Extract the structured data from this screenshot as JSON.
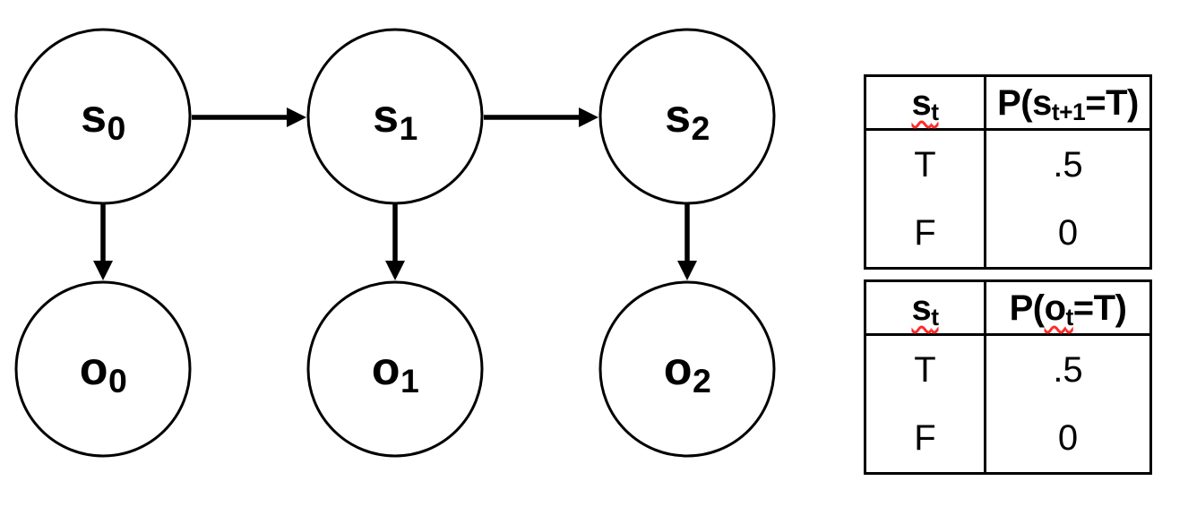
{
  "diagram": {
    "description": "Hidden Markov Model with three time steps: hidden states s0, s1, s2 and observations o0, o1, o2",
    "nodes": [
      {
        "id": "s0",
        "base": "s",
        "sub": "0",
        "kind": "state"
      },
      {
        "id": "s1",
        "base": "s",
        "sub": "1",
        "kind": "state"
      },
      {
        "id": "s2",
        "base": "s",
        "sub": "2",
        "kind": "state"
      },
      {
        "id": "o0",
        "base": "o",
        "sub": "0",
        "kind": "observation"
      },
      {
        "id": "o1",
        "base": "o",
        "sub": "1",
        "kind": "observation"
      },
      {
        "id": "o2",
        "base": "o",
        "sub": "2",
        "kind": "observation"
      }
    ],
    "edges": [
      {
        "from": "s0",
        "to": "s1"
      },
      {
        "from": "s1",
        "to": "s2"
      },
      {
        "from": "s0",
        "to": "o0"
      },
      {
        "from": "s1",
        "to": "o1"
      },
      {
        "from": "s2",
        "to": "o2"
      }
    ]
  },
  "tables": [
    {
      "name": "transition-probability",
      "col1_header": {
        "base": "s",
        "sub": "t"
      },
      "col2_header": {
        "pre": "P(",
        "var": "s",
        "var_sub": "t+1",
        "post": "=T)"
      },
      "rows": [
        {
          "condition": "T",
          "probability": ".5"
        },
        {
          "condition": "F",
          "probability": "0"
        }
      ]
    },
    {
      "name": "observation-probability",
      "col1_header": {
        "base": "s",
        "sub": "t"
      },
      "col2_header": {
        "pre": "P(",
        "var": "o",
        "var_sub": "t",
        "post": "=T)"
      },
      "rows": [
        {
          "condition": "T",
          "probability": ".5"
        },
        {
          "condition": "F",
          "probability": "0"
        }
      ]
    }
  ],
  "colors": {
    "ink": "#000000",
    "background": "#ffffff",
    "spellcheck_squiggle": "#ff2b2b"
  }
}
